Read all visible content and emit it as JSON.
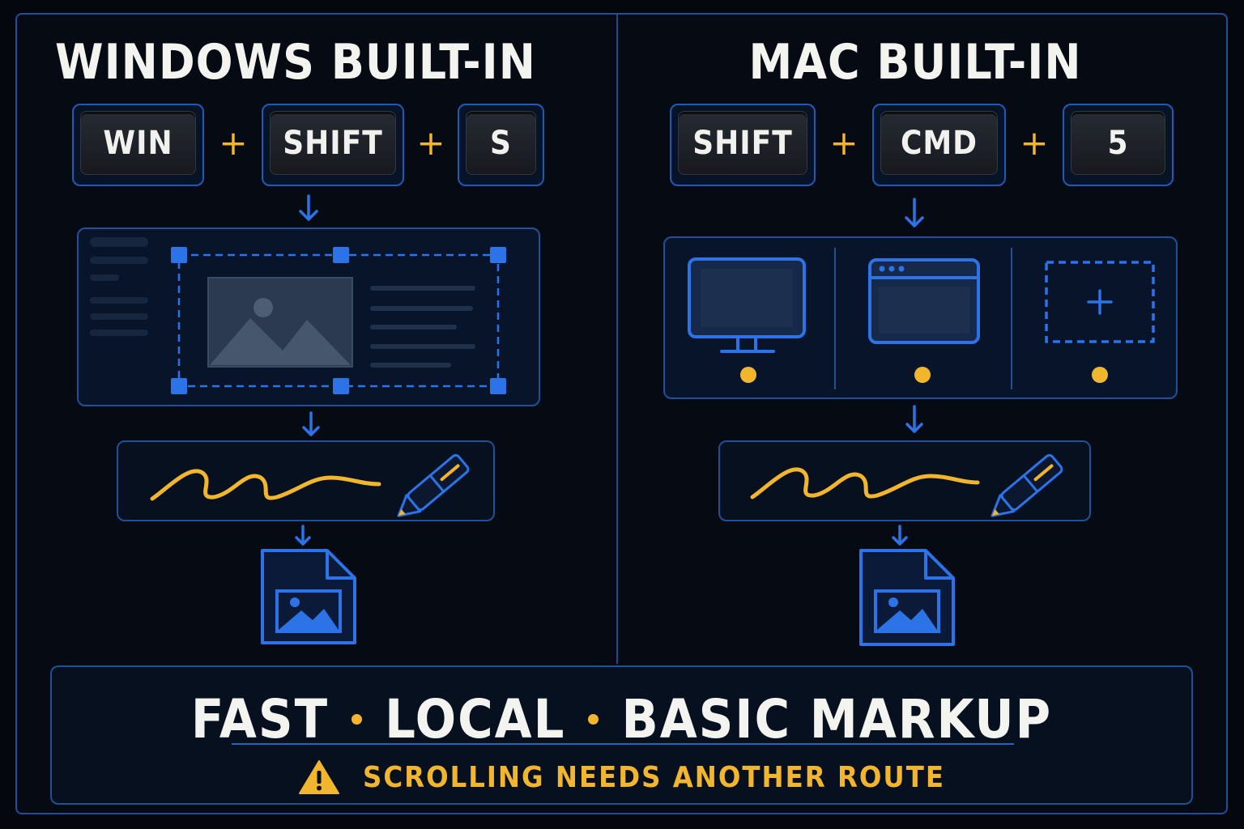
{
  "windows": {
    "title": "WINDOWS BUILT-IN",
    "keys": [
      "WIN",
      "SHIFT",
      "S"
    ],
    "plus": "+"
  },
  "mac": {
    "title": "MAC BUILT-IN",
    "keys": [
      "SHIFT",
      "CMD",
      "5"
    ],
    "plus": "+",
    "capture_modes": [
      "monitor-icon",
      "window-icon",
      "selection-icon"
    ]
  },
  "footer": {
    "items": [
      "FAST",
      "LOCAL",
      "BASIC MARKUP"
    ],
    "warning": "SCROLLING NEEDS ANOTHER ROUTE"
  },
  "colors": {
    "accent_blue": "#2b73e6",
    "accent_yellow": "#f2b52e",
    "background": "#04070d"
  }
}
